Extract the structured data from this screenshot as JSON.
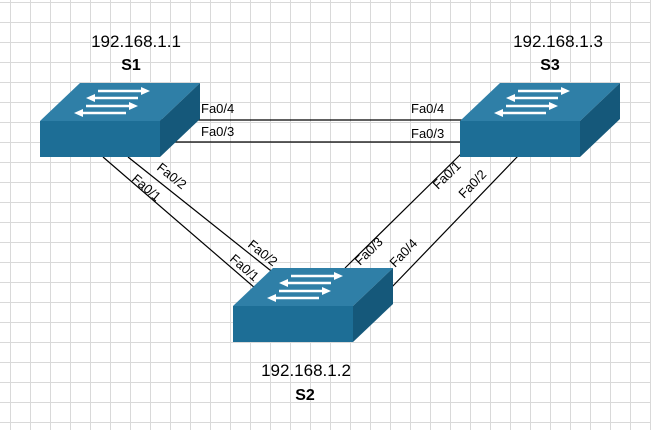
{
  "colors": {
    "switch_top": "#2f7fa7",
    "switch_front": "#1d6e96",
    "switch_side": "#15587a",
    "arrow": "#ffffff",
    "link": "#000000"
  },
  "switches": [
    {
      "id": "s1",
      "name": "S1",
      "ip": "192.168.1.1",
      "icon": "switch-icon"
    },
    {
      "id": "s2",
      "name": "S2",
      "ip": "192.168.1.2",
      "icon": "switch-icon"
    },
    {
      "id": "s3",
      "name": "S3",
      "ip": "192.168.1.3",
      "icon": "switch-icon"
    }
  ],
  "links": [
    {
      "a": "S1",
      "a_port": "Fa0/4",
      "b": "S3",
      "b_port": "Fa0/4"
    },
    {
      "a": "S1",
      "a_port": "Fa0/3",
      "b": "S3",
      "b_port": "Fa0/3"
    },
    {
      "a": "S1",
      "a_port": "Fa0/2",
      "b": "S2",
      "b_port": "Fa0/2"
    },
    {
      "a": "S1",
      "a_port": "Fa0/1",
      "b": "S2",
      "b_port": "Fa0/1"
    },
    {
      "a": "S2",
      "a_port": "Fa0/3",
      "b": "S3",
      "b_port": "Fa0/1"
    },
    {
      "a": "S2",
      "a_port": "Fa0/4",
      "b": "S3",
      "b_port": "Fa0/2"
    }
  ]
}
